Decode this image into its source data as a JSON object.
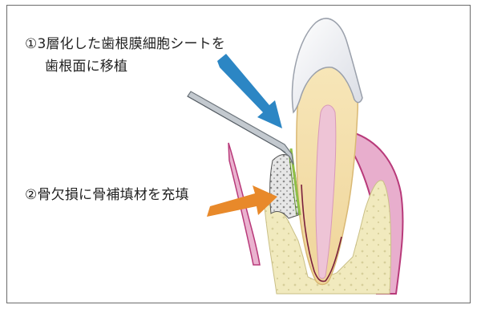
{
  "annotations": {
    "step1_line1": "①3層化した歯根膜細胞シートを",
    "step1_line2": "歯根面に移植",
    "step2": "②骨欠損に骨補填材を充填"
  },
  "colors": {
    "enamel": "#f3f3f6",
    "dentin": "#f4dfa6",
    "pulp": "#f0c8d8",
    "gum": "#e2a3c4",
    "gum_edge": "#b83a7a",
    "bone": "#f1eabe",
    "filler": "#d9d9d9",
    "cell_sheet": "#8fbf45",
    "arrow_blue": "#2c86c4",
    "arrow_orange": "#e8892a",
    "instrument": "#9aa3aa"
  },
  "icons": {
    "tooth": "tooth-illustration",
    "forceps": "forceps-instrument",
    "arrow1": "blue-arrow",
    "arrow2": "orange-arrow"
  }
}
